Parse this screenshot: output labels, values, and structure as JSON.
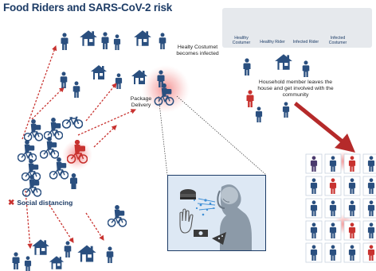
{
  "title": "Food Riders and SARS-CoV-2 risk",
  "legend": {
    "items": [
      {
        "label": "Healthy Costumer",
        "icon": "person-icon",
        "color": "#2a4f7f"
      },
      {
        "label": "Healthy Rider",
        "icon": "rider-icon",
        "color": "#2a4f7f"
      },
      {
        "label": "Infected Rider",
        "icon": "rider-icon",
        "color": "#c8322f"
      },
      {
        "label": "Infected Costumer",
        "icon": "person-icon",
        "color": "#c8322f"
      }
    ]
  },
  "labels": {
    "infected_costumer": "Healty Costumet becomes infected",
    "package_delivery": "Package Delivery",
    "household": "Household member leaves the house and get involved with the community",
    "social_distancing": "Social distancing"
  },
  "colors": {
    "navy": "#1d3c66",
    "person": "#2a4f7f",
    "infected": "#c8322f",
    "halo": "#f2a3a3",
    "arrow": "#b52a2a"
  }
}
